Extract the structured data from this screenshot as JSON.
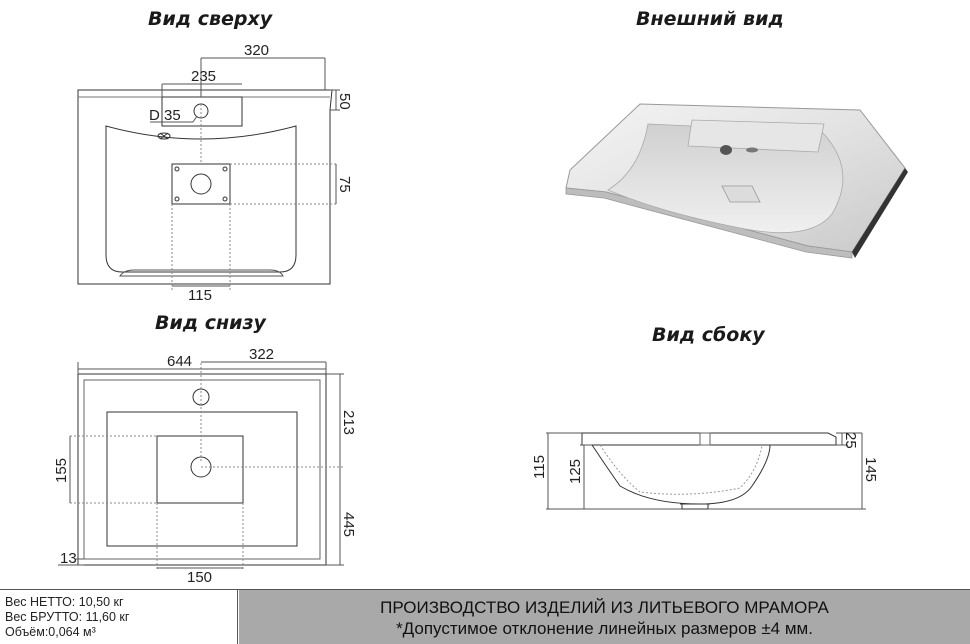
{
  "headings": {
    "top": "Вид сверху",
    "exterior": "Внешний вид",
    "bottom": "Вид снизу",
    "side": "Вид сбоку"
  },
  "top_view": {
    "dim_320": "320",
    "dim_235": "235",
    "dim_50": "50",
    "hole_label": "D 35",
    "dim_75": "75",
    "dim_115": "115"
  },
  "bottom_view": {
    "dim_644": "644",
    "dim_322": "322",
    "dim_213": "213",
    "dim_155": "155",
    "dim_445": "445",
    "dim_13": "13",
    "dim_150": "150"
  },
  "side_view": {
    "dim_115": "115",
    "dim_125": "125",
    "dim_25": "25",
    "dim_145": "145"
  },
  "footer": {
    "weight_net": "Вес НЕТТО: 10,50 кг",
    "weight_gross": "Вес БРУТТО: 11,60 кг",
    "volume": "Объём:0,064 м³",
    "title": "ПРОИЗВОДСТВО ИЗДЕЛИЙ ИЗ ЛИТЬЕВОГО МРАМОРА",
    "note": "*Допустимое отклонение линейных размеров ±4 мм."
  }
}
